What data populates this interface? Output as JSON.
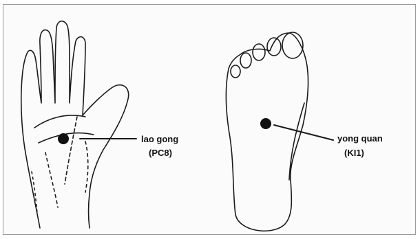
{
  "points": [
    {
      "id": "hand",
      "name": "lao gong",
      "code": "(PC8)",
      "color": "#111111"
    },
    {
      "id": "foot",
      "name": "yong quan",
      "code": "(KI1)",
      "color": "#111111"
    }
  ]
}
